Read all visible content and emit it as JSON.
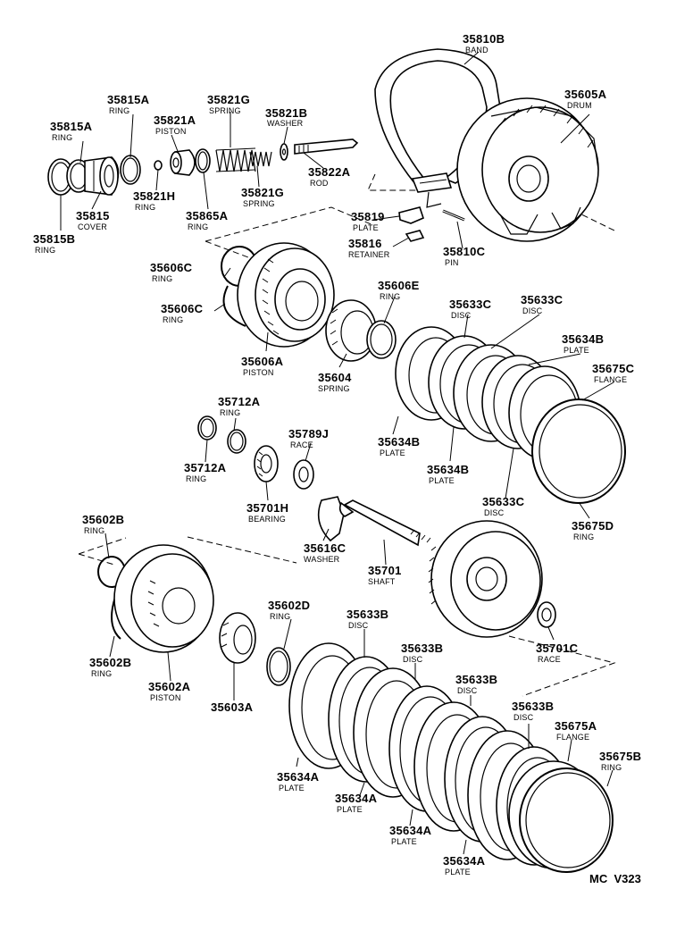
{
  "diagram_code": "MC  V323",
  "callouts": [
    {
      "id": "35810B",
      "part": "35810B",
      "name": "BAND"
    },
    {
      "id": "35605A",
      "part": "35605A",
      "name": "DRUM"
    },
    {
      "id": "35815A",
      "part": "35815A",
      "name": "RING"
    },
    {
      "id": "35821G-top",
      "part": "35821G",
      "name": "SPRING"
    },
    {
      "id": "35815A-2",
      "part": "35815A",
      "name": "RING"
    },
    {
      "id": "35821A",
      "part": "35821A",
      "name": "PISTON"
    },
    {
      "id": "35821B",
      "part": "35821B",
      "name": "WASHER"
    },
    {
      "id": "35822A",
      "part": "35822A",
      "name": "ROD"
    },
    {
      "id": "35815",
      "part": "35815",
      "name": "COVER"
    },
    {
      "id": "35821H",
      "part": "35821H",
      "name": "RING"
    },
    {
      "id": "35821G-low",
      "part": "35821G",
      "name": "SPRING"
    },
    {
      "id": "35815B",
      "part": "35815B",
      "name": "RING"
    },
    {
      "id": "35865A",
      "part": "35865A",
      "name": "RING"
    },
    {
      "id": "35819",
      "part": "35819",
      "name": "PLATE"
    },
    {
      "id": "35816",
      "part": "35816",
      "name": "RETAINER"
    },
    {
      "id": "35810C",
      "part": "35810C",
      "name": "PIN"
    },
    {
      "id": "35606C-1",
      "part": "35606C",
      "name": "RING"
    },
    {
      "id": "35606C-2",
      "part": "35606C",
      "name": "RING"
    },
    {
      "id": "35606E",
      "part": "35606E",
      "name": "RING"
    },
    {
      "id": "35633C-1",
      "part": "35633C",
      "name": "DISC"
    },
    {
      "id": "35633C-2",
      "part": "35633C",
      "name": "DISC"
    },
    {
      "id": "35634B-1",
      "part": "35634B",
      "name": "PLATE"
    },
    {
      "id": "35606A",
      "part": "35606A",
      "name": "PISTON"
    },
    {
      "id": "35604",
      "part": "35604",
      "name": "SPRING"
    },
    {
      "id": "35675C",
      "part": "35675C",
      "name": "FLANGE"
    },
    {
      "id": "35712A-1",
      "part": "35712A",
      "name": "RING"
    },
    {
      "id": "35789J",
      "part": "35789J",
      "name": "RACE"
    },
    {
      "id": "35634B-2",
      "part": "35634B",
      "name": "PLATE"
    },
    {
      "id": "35712A-2",
      "part": "35712A",
      "name": "RING"
    },
    {
      "id": "35634B-3",
      "part": "35634B",
      "name": "PLATE"
    },
    {
      "id": "35701H",
      "part": "35701H",
      "name": "BEARING"
    },
    {
      "id": "35633C-3",
      "part": "35633C",
      "name": "DISC"
    },
    {
      "id": "35602B-1",
      "part": "35602B",
      "name": "RING"
    },
    {
      "id": "35616C",
      "part": "35616C",
      "name": "WASHER"
    },
    {
      "id": "35675D",
      "part": "35675D",
      "name": "RING"
    },
    {
      "id": "35701",
      "part": "35701",
      "name": "SHAFT"
    },
    {
      "id": "35602D",
      "part": "35602D",
      "name": "RING"
    },
    {
      "id": "35633B-1",
      "part": "35633B",
      "name": "DISC"
    },
    {
      "id": "35602B-2",
      "part": "35602B",
      "name": "RING"
    },
    {
      "id": "35602A",
      "part": "35602A",
      "name": "PISTON"
    },
    {
      "id": "35603A",
      "part": "35603A",
      "name": ""
    },
    {
      "id": "35633B-2",
      "part": "35633B",
      "name": "DISC"
    },
    {
      "id": "35701C",
      "part": "35701C",
      "name": "RACE"
    },
    {
      "id": "35633B-3",
      "part": "35633B",
      "name": "DISC"
    },
    {
      "id": "35633B-4",
      "part": "35633B",
      "name": "DISC"
    },
    {
      "id": "35675A",
      "part": "35675A",
      "name": "FLANGE"
    },
    {
      "id": "35675B",
      "part": "35675B",
      "name": "RING"
    },
    {
      "id": "35634A-1",
      "part": "35634A",
      "name": "PLATE"
    },
    {
      "id": "35634A-2",
      "part": "35634A",
      "name": "PLATE"
    },
    {
      "id": "35634A-3",
      "part": "35634A",
      "name": "PLATE"
    },
    {
      "id": "35634A-4",
      "part": "35634A",
      "name": "PLATE"
    }
  ]
}
